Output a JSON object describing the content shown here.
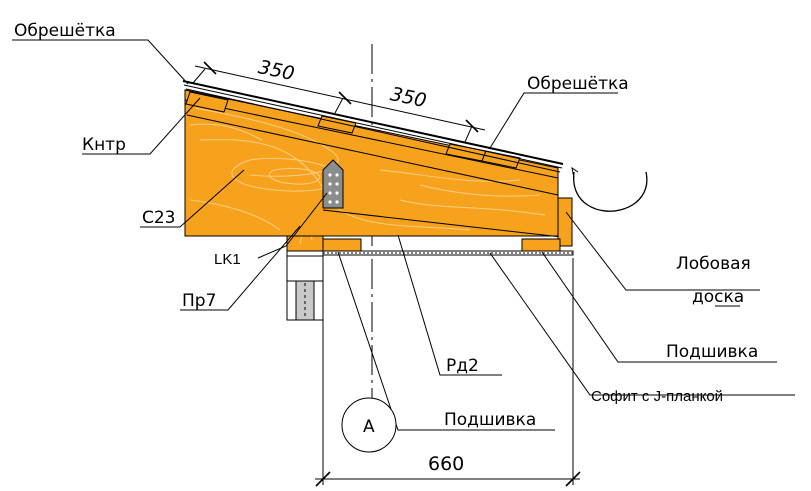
{
  "labels": {
    "lathing_top": "Обрешётка",
    "lathing_right": "Обрешётка",
    "counter_batten": "Кнтр",
    "rafter": "C23",
    "connector": "LK1",
    "plate": "Пр7",
    "fascia_line1": "Лобовая",
    "fascia_line2": "доска",
    "soffit_board_right": "Подшивка",
    "ceiling_joist": "Рд2",
    "soffit_j": "Софит с J-планкой",
    "soffit_board_bottom": "Подшивка",
    "section_marker": "A"
  },
  "dimensions": {
    "spacing_1": "350",
    "spacing_2": "350",
    "overhang": "660"
  },
  "colors": {
    "timber": "#f7a21c",
    "grain": "#fbd290",
    "steel": "#8c8c8c",
    "line": "#000000"
  }
}
